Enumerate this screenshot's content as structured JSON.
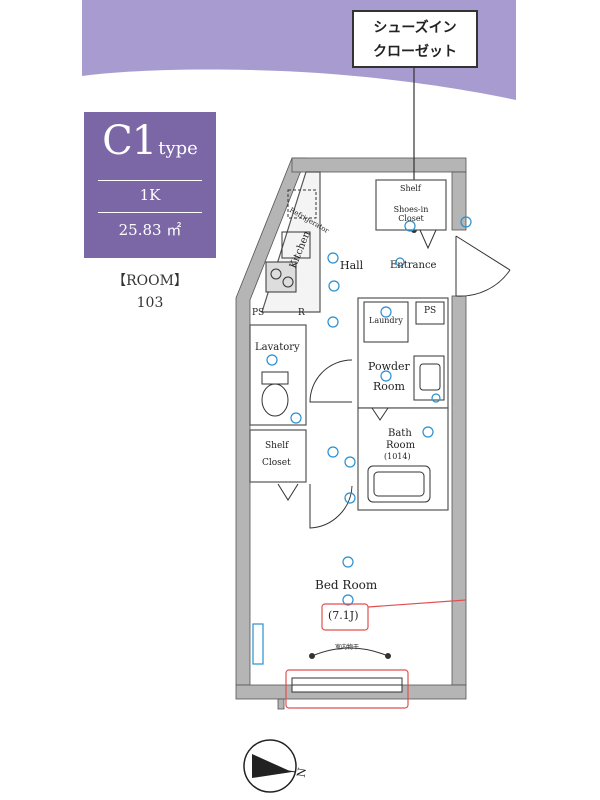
{
  "unit_card": {
    "type_letter": "C1",
    "type_suffix": "type",
    "layout": "1K",
    "area": "25.83 ㎡"
  },
  "room": {
    "label": "【ROOM】",
    "number": "103"
  },
  "callout": {
    "line1": "シューズイン",
    "line2": "クローゼット"
  },
  "floorplan": {
    "rooms": {
      "hall": "Hall",
      "entrance": "Entrance",
      "kitchen": "Kitchen",
      "refrigerator": "Refrigerator",
      "shelf_top": "Shelf",
      "shoes_in_closet": "Shoes-in Closet",
      "laundry": "Laundry",
      "ps_right": "PS",
      "ps_left": "PS",
      "r_mark": "R",
      "lavatory": "Lavatory",
      "powder_room_line1": "Powder",
      "powder_room_line2": "Room",
      "bath_room_line1": "Bath",
      "bath_room_line2": "Room",
      "bath_size": "(1014)",
      "shelf_closet_line1": "Shelf",
      "shelf_closet_line2": "Closet",
      "bed_room": "Bed Room",
      "bed_room_size": "(7.1J)",
      "indoor_clothesline": "室内物干"
    },
    "compass_label": "N"
  },
  "colors": {
    "banner_purple": "#a89bd0",
    "card_purple": "#7b66a6",
    "wall_gray": "#b5b5b5",
    "fixture_blue": "#2a8fd0",
    "highlight_red": "#e05050"
  }
}
